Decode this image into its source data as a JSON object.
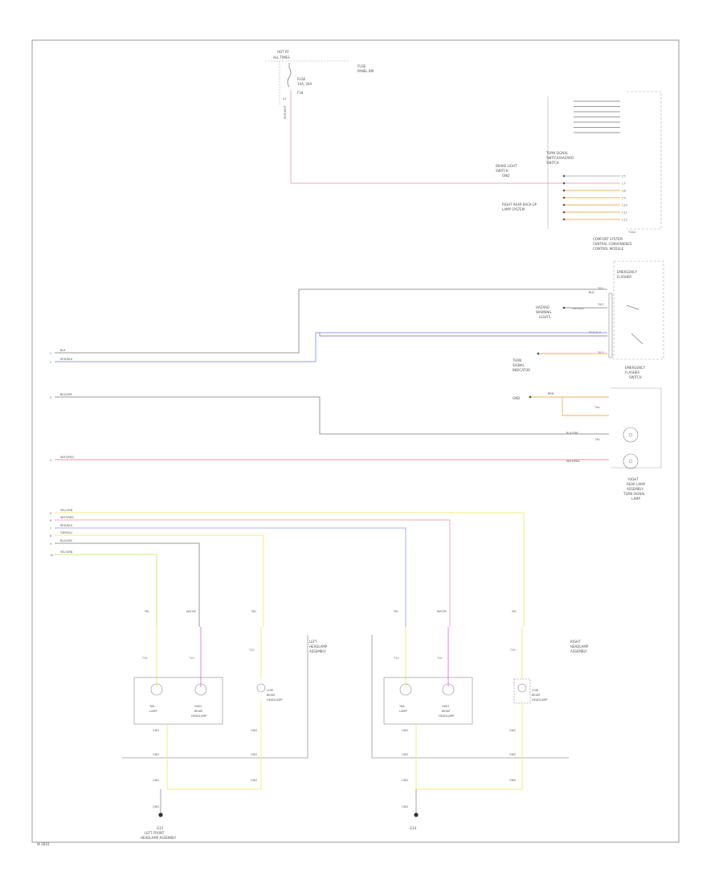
{
  "diagram": {
    "footer_code": "W 2843",
    "colors": {
      "red": "#f4a8b8",
      "blue": "#a9b0ee",
      "violet": "#a07cd8",
      "gray": "#9a9a9a",
      "yellow": "#f0ee7e",
      "yellow_green": "#c8ea78",
      "pink_violet": "#e48ee6",
      "orange_stripe": "#f2b060"
    },
    "fuse": {
      "title_1": "HOT AT",
      "title_2": "ALL TIMES",
      "panel_1": "FUSE",
      "panel_2": "PANEL BM",
      "fuse_label_1": "FUSE",
      "fuse_label_2": "10A, 30A",
      "fuse_number": "F34",
      "pin": "A1",
      "wire_label": "RED/WHT"
    },
    "comfort_module": {
      "name_1": "COMFORT SYSTEM",
      "name_2": "CENTRAL CONVENIENCE",
      "name_3": "CONTROL MODULE",
      "signal_1": "TURN SIGNAL",
      "signal_2": "SWITCH/HAZARD",
      "signal_3": "SWITCH",
      "left_label_1": "BRAKE LIGHT",
      "left_label_2": "SWITCH",
      "left_label_3": "GND",
      "lower_label_1": "RIGHT REAR BACK-UP",
      "lower_label_2": "LAMP SYSTEM",
      "conn": "T16A",
      "pins": [
        "C5",
        "C7",
        "C8",
        "C9",
        "C10",
        "C11",
        "C12"
      ]
    },
    "emergency_switch": {
      "name_1": "EMERGENCY",
      "name_2": "FLASHER",
      "name_3": "SWITCH",
      "box_title_1": "EMERGENCY",
      "box_title_2": "FLASHER",
      "label_hazard_1": "HAZARD",
      "label_hazard_2": "WARNING",
      "label_hazard_3": "LIGHTS",
      "label_ind_1": "TURN",
      "label_ind_2": "SIGNAL",
      "label_ind_3": "INDICATOR",
      "wire_1": "BLK",
      "wire_2": "GRY/BLU",
      "wire_3": "RED/BLU",
      "pin_top": "T6/1",
      "pin_mid": "T6/2",
      "pin_bot": "T6/3"
    },
    "lamp_assembly": {
      "name_1": "RIGHT",
      "name_2": "REAR LAMP",
      "name_3": "ASSEMBLY",
      "name_4": "TURN SIGNAL",
      "name_5": "LAMP",
      "gnd": "GND",
      "wire_top": "BRN",
      "wire_mid": "BLK/GRY",
      "wire_bot": "WHT/RED",
      "pin_a": "T4a",
      "pin_b": "T4b"
    },
    "left_wires": [
      "BLK",
      "RED/BLU",
      "BLK/GRY",
      "WHT/RED"
    ],
    "left_wire_nums": [
      "1",
      "2",
      "3",
      "4"
    ],
    "bundle_wires": [
      "YEL/GRN",
      "WHT/RED",
      "RED/BLU",
      "GRY/BLU",
      "BLK/GRY",
      "YEL/GRN"
    ],
    "bundle_nums": [
      "5",
      "6",
      "7",
      "8",
      "9",
      "10"
    ],
    "left_headlamp": {
      "title_1": "LEFT",
      "title_2": "HEADLAMP",
      "title_3": "ASSEMBLY",
      "lamp_1_a": "TAIL",
      "lamp_1_b": "LAMP",
      "lamp_2_a": "HIGH",
      "lamp_2_b": "BEAM",
      "lamp_2_c": "HEADLAMP",
      "lamp_3_a": "LOW",
      "lamp_3_b": "BEAM",
      "lamp_3_c": "HEADLAMP",
      "wire_a": "YEL",
      "wire_b": "WHT/R",
      "wire_c": "YEL",
      "pin": "T10",
      "gnd_pin": "GND",
      "ground_1": "G13",
      "ground_2": "LEFT FRONT",
      "ground_3": "HEADLAMP ASSEMBLY"
    },
    "right_headlamp": {
      "title_1": "RIGHT",
      "title_2": "HEADLAMP",
      "title_3": "ASSEMBLY",
      "lamp_1_a": "TAIL",
      "lamp_1_b": "LAMP",
      "lamp_2_a": "HIGH",
      "lamp_2_b": "BEAM",
      "lamp_2_c": "HEADLAMP",
      "lamp_3_a": "LOW",
      "lamp_3_b": "BEAM",
      "lamp_3_c": "HEADLAMP",
      "wire_a": "YEL",
      "wire_b": "WHT/R",
      "wire_c": "YEL",
      "pin": "T10",
      "gnd_pin": "GND",
      "ground_1": "G14"
    }
  }
}
